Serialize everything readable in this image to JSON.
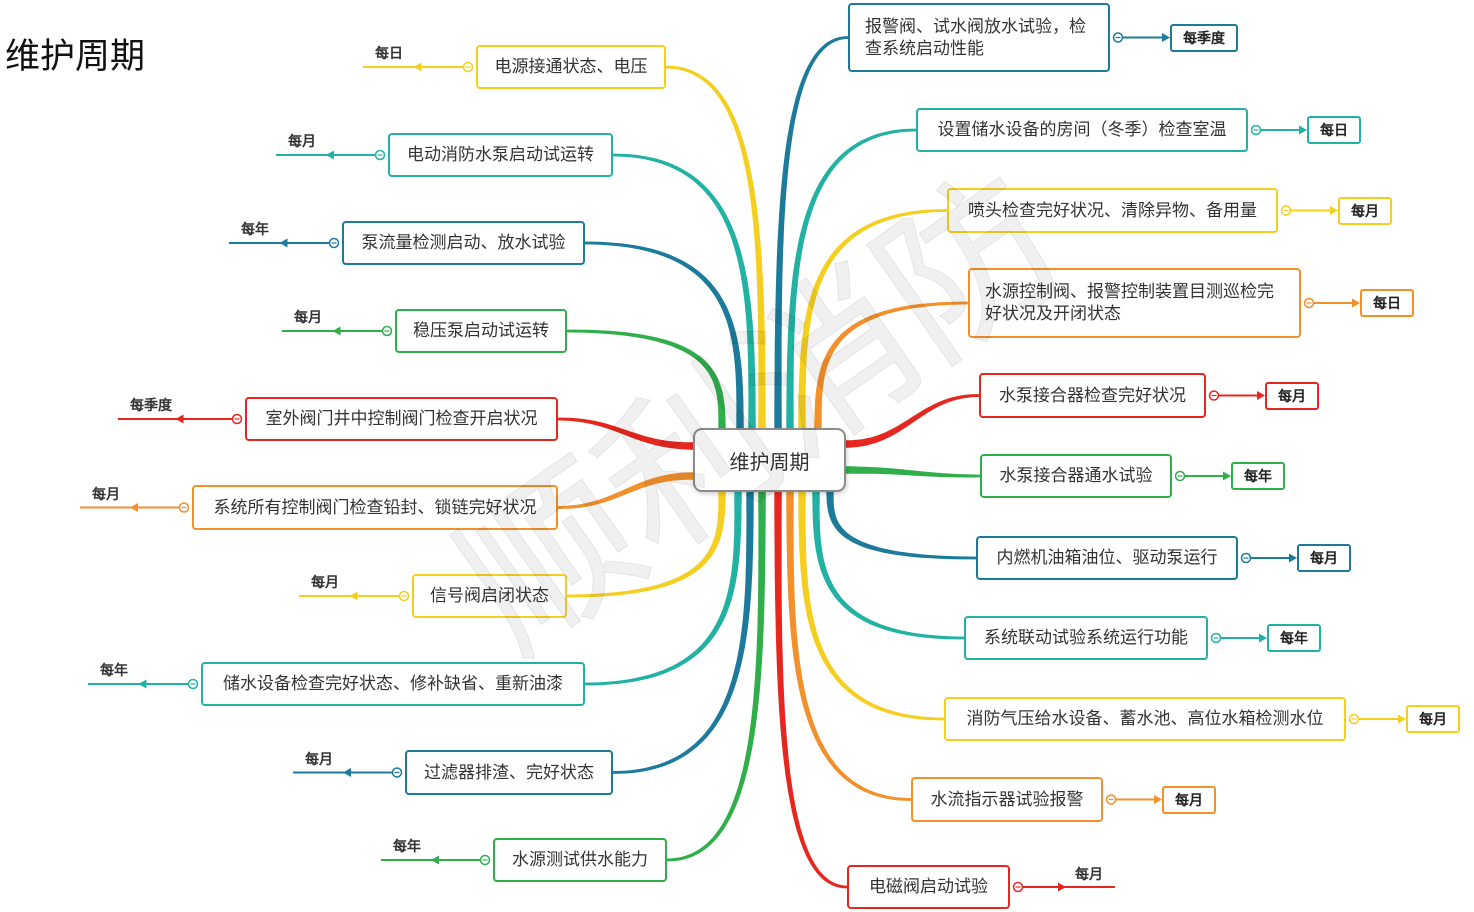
{
  "title": "维护周期",
  "center": "维护周期",
  "watermark": "顺利消防",
  "left": [
    {
      "lines": [
        "电源接通状态、电压"
      ],
      "period": "每日",
      "color": "#f5cf1f"
    },
    {
      "lines": [
        "电动消防水泵启动试运转"
      ],
      "period": "每月",
      "color": "#21b2a3"
    },
    {
      "lines": [
        "泵流量检测启动、放水试验"
      ],
      "period": "每年",
      "color": "#1c7b9a"
    },
    {
      "lines": [
        "稳压泵启动试运转"
      ],
      "period": "每月",
      "color": "#2fae4a"
    },
    {
      "lines": [
        "室外阀门井中控制阀门检查开启状况"
      ],
      "period": "每季度",
      "color": "#e6271f"
    },
    {
      "lines": [
        "系统所有控制阀门检查铅封、锁链完好状况"
      ],
      "period": "每月",
      "color": "#f2902b"
    },
    {
      "lines": [
        "信号阀启闭状态"
      ],
      "period": "每月",
      "color": "#f5cf1f"
    },
    {
      "lines": [
        "储水设备检查完好状态、修补缺省、重新油漆"
      ],
      "period": "每年",
      "color": "#21b2a3"
    },
    {
      "lines": [
        "过滤器排渣、完好状态"
      ],
      "period": "每月",
      "color": "#1c7b9a"
    },
    {
      "lines": [
        "水源测试供水能力"
      ],
      "period": "每年",
      "color": "#2fae4a"
    }
  ],
  "right": [
    {
      "lines": [
        "报警阀、试水阀放水试验，检",
        "查系统启动性能"
      ],
      "period": "每季度",
      "color": "#1c7b9a"
    },
    {
      "lines": [
        "设置储水设备的房间（冬季）检查室温"
      ],
      "period": "每日",
      "color": "#21b2a3"
    },
    {
      "lines": [
        "喷头检查完好状况、清除异物、备用量"
      ],
      "period": "每月",
      "color": "#f5cf1f"
    },
    {
      "lines": [
        "水源控制阀、报警控制装置目测巡检完",
        "好状况及开闭状态"
      ],
      "period": "每日",
      "color": "#f2902b"
    },
    {
      "lines": [
        "水泵接合器检查完好状况"
      ],
      "period": "每月",
      "color": "#e6271f"
    },
    {
      "lines": [
        "水泵接合器通水试验"
      ],
      "period": "每年",
      "color": "#2fae4a"
    },
    {
      "lines": [
        "内燃机油箱油位、驱动泵运行"
      ],
      "period": "每月",
      "color": "#1c7b9a"
    },
    {
      "lines": [
        "系统联动试验系统运行功能"
      ],
      "period": "每年",
      "color": "#21b2a3"
    },
    {
      "lines": [
        "消防气压给水设备、蓄水池、高位水箱检测水位"
      ],
      "period": "每月",
      "color": "#f5cf1f"
    },
    {
      "lines": [
        "水流指示器试验报警"
      ],
      "period": "每月",
      "color": "#f2902b"
    },
    {
      "lines": [
        "电磁阀启动试验"
      ],
      "period": "每月",
      "color": "#e6271f"
    }
  ]
}
